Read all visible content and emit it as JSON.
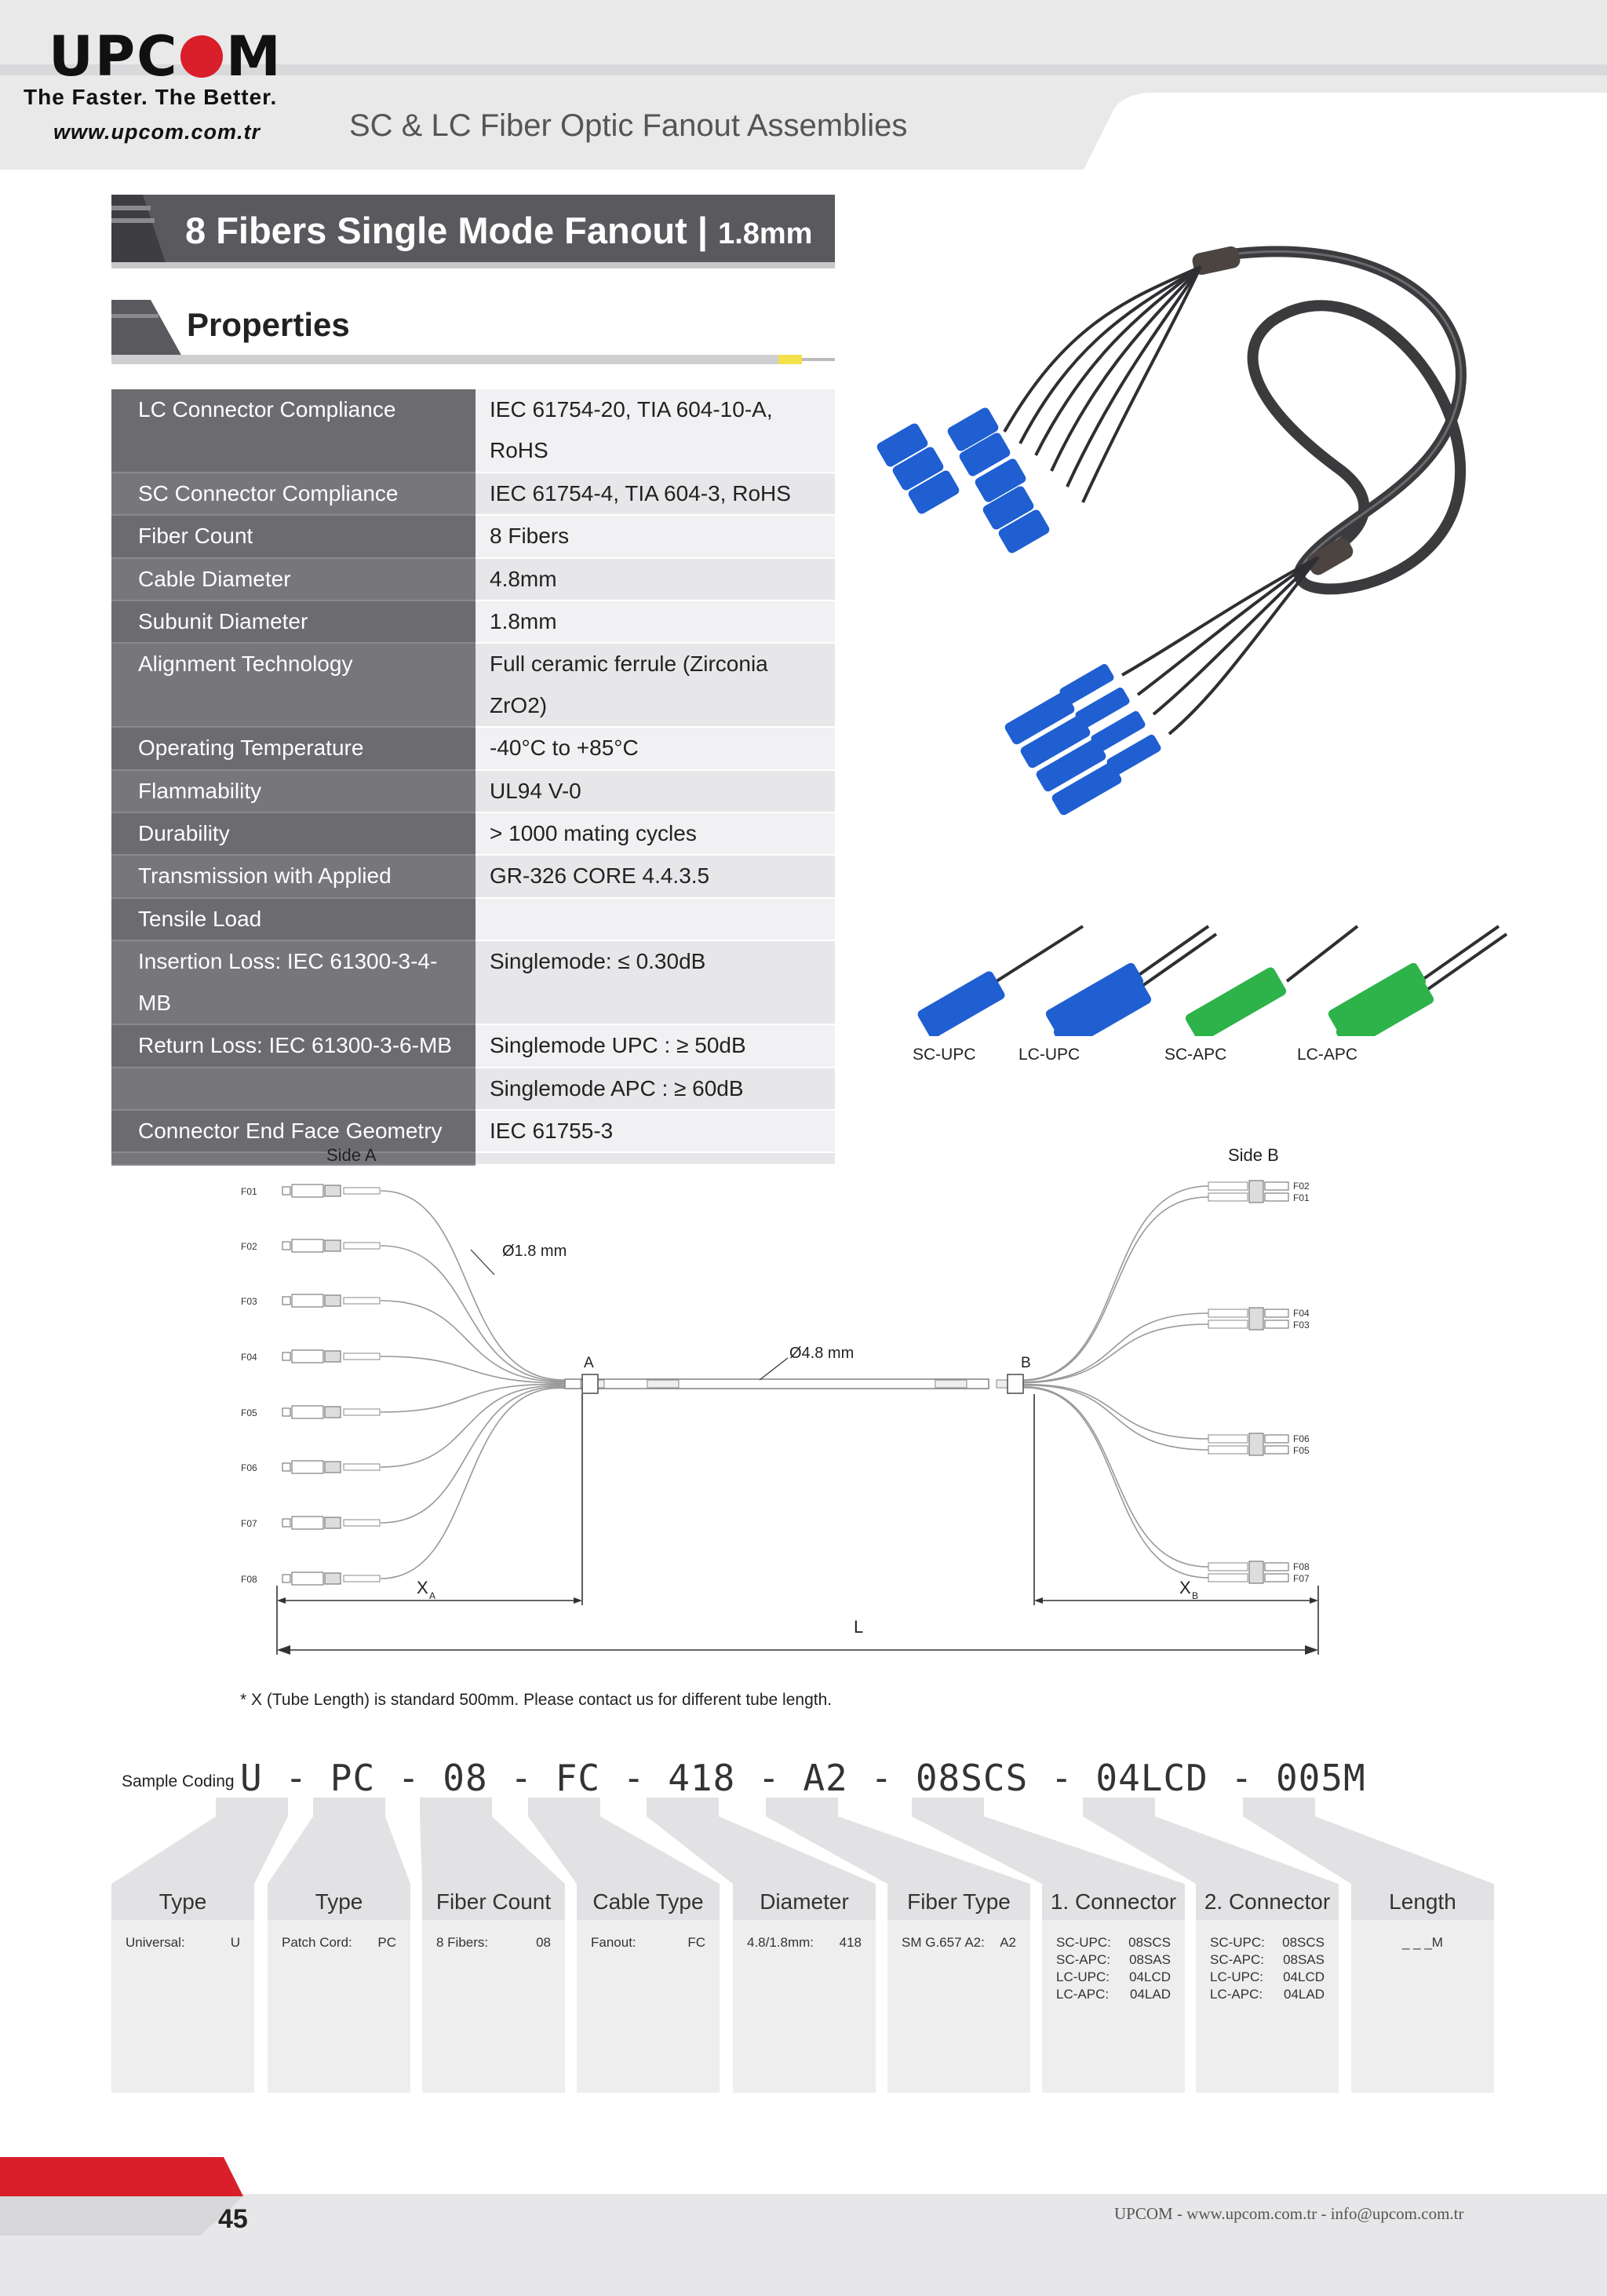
{
  "header": {
    "tagline": "The Faster. The Better.",
    "website": "www.upcom.com.tr",
    "doc_title": "SC & LC Fiber Optic Fanout Assemblies"
  },
  "product": {
    "title": "8 Fibers Single Mode Fanout |",
    "title_sub": "1.8mm"
  },
  "properties": {
    "heading": "Properties",
    "rows": [
      {
        "k": "LC Connector Compliance",
        "v": "IEC 61754-20, TIA 604-10-A, RoHS"
      },
      {
        "k": "SC Connector Compliance",
        "v": "IEC 61754-4, TIA 604-3, RoHS"
      },
      {
        "k": "Fiber Count",
        "v": "8 Fibers"
      },
      {
        "k": "Cable Diameter",
        "v": "4.8mm"
      },
      {
        "k": "Subunit Diameter",
        "v": "1.8mm"
      },
      {
        "k": "Alignment Technology",
        "v": "Full ceramic ferrule (Zirconia ZrO2)"
      },
      {
        "k": "Operating Temperature",
        "v": "-40°C to +85°C"
      },
      {
        "k": "Flammability",
        "v": "UL94 V-0"
      },
      {
        "k": "Durability",
        "v": "> 1000 mating cycles"
      },
      {
        "k": "Transmission with Applied",
        "v": "GR-326 CORE 4.4.3.5"
      },
      {
        "k": "Tensile Load",
        "v": ""
      },
      {
        "k": "Insertion Loss: IEC 61300-3-4-MB",
        "v": "Singlemode: ≤ 0.30dB"
      },
      {
        "k": "Return Loss: IEC 61300-3-6-MB",
        "v": "Singlemode UPC : ≥ 50dB"
      },
      {
        "k": "",
        "v": "Singlemode APC : ≥ 60dB"
      },
      {
        "k": "Connector End Face Geometry",
        "v": "IEC 61755-3"
      }
    ]
  },
  "connectors": [
    "SC-UPC",
    "LC-UPC",
    "SC-APC",
    "LC-APC"
  ],
  "diagram": {
    "side_a": "Side A",
    "side_b": "Side B",
    "left_labels": [
      "F01",
      "F02",
      "F03",
      "F04",
      "F05",
      "F06",
      "F07",
      "F08"
    ],
    "right_labels": [
      "F02",
      "F01",
      "F04",
      "F03",
      "F06",
      "F05",
      "F08",
      "F07"
    ],
    "sub_dia": "Ø1.8 mm",
    "cable_dia": "Ø4.8 mm",
    "point_a": "A",
    "point_b": "B",
    "xa": "X",
    "xa_sub": "A",
    "xb": "X",
    "xb_sub": "B",
    "length": "L"
  },
  "footnote": "* X (Tube Length) is standard 500mm. Please contact us for different tube length.",
  "sample_coding": {
    "label": "Sample Coding",
    "code": "U - PC - 08 - FC - 418 - A2 - 08SCS - 04LCD - 005M",
    "columns": [
      {
        "head": "Type",
        "rows": [
          [
            "Universal:",
            "U"
          ]
        ]
      },
      {
        "head": "Type",
        "rows": [
          [
            "Patch Cord:",
            "PC"
          ]
        ]
      },
      {
        "head": "Fiber Count",
        "rows": [
          [
            "8 Fibers:",
            "08"
          ]
        ]
      },
      {
        "head": "Cable Type",
        "rows": [
          [
            "Fanout:",
            "FC"
          ]
        ]
      },
      {
        "head": "Diameter",
        "rows": [
          [
            "4.8/1.8mm:",
            "418"
          ]
        ]
      },
      {
        "head": "Fiber Type",
        "rows": [
          [
            "SM G.657 A2:",
            "A2"
          ]
        ]
      },
      {
        "head": "1. Connector",
        "rows": [
          [
            "SC-UPC:",
            "08SCS"
          ],
          [
            "SC-APC:",
            "08SAS"
          ],
          [
            "LC-UPC:",
            "04LCD"
          ],
          [
            "LC-APC:",
            "04LAD"
          ]
        ]
      },
      {
        "head": "2. Connector",
        "rows": [
          [
            "SC-UPC:",
            "08SCS"
          ],
          [
            "SC-APC:",
            "08SAS"
          ],
          [
            "LC-UPC:",
            "04LCD"
          ],
          [
            "LC-APC:",
            "04LAD"
          ]
        ]
      },
      {
        "head": "Length",
        "rows": [
          [
            "_ _ _M",
            ""
          ]
        ]
      }
    ]
  },
  "footer": {
    "page": "45",
    "text": "UPCOM - www.upcom.com.tr - info@upcom.com.tr"
  },
  "colors": {
    "brand_red": "#d81f2a",
    "connector_blue": "#1f5fd1",
    "connector_green": "#2db34a"
  }
}
